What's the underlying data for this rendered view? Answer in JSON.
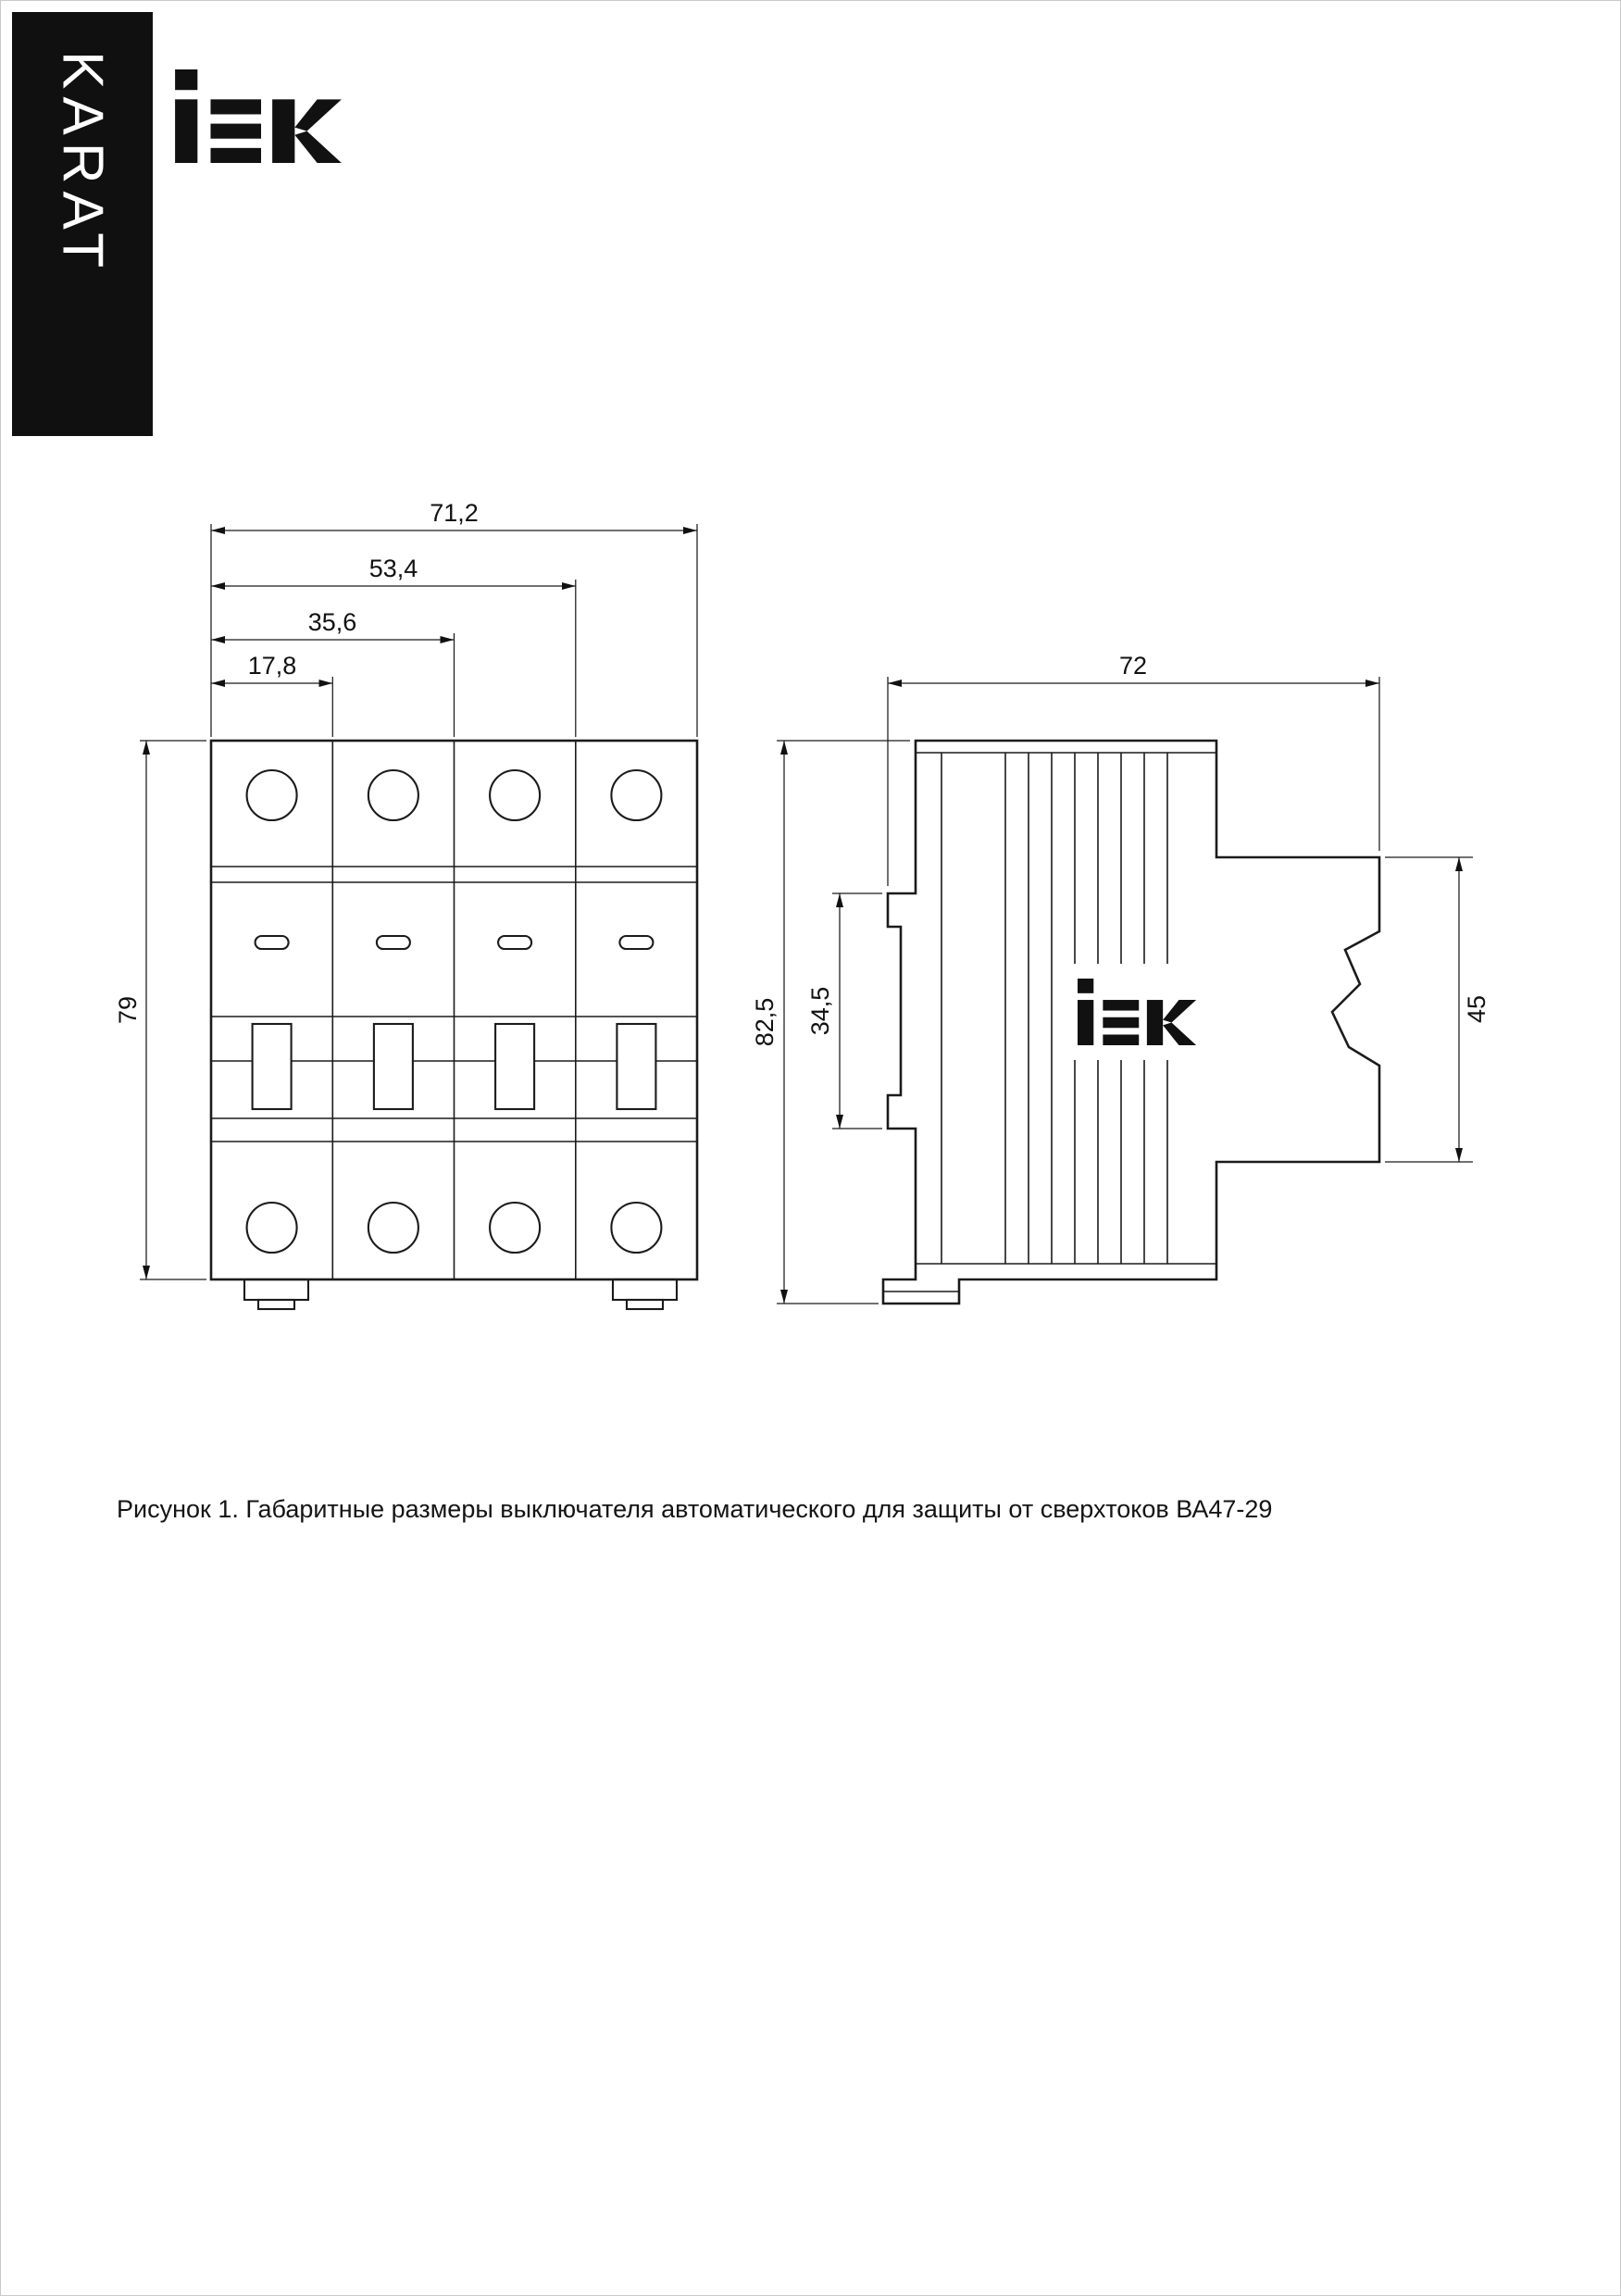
{
  "brand": {
    "banner": "KARAT",
    "logo_alt": "IEK"
  },
  "figure": {
    "caption": "Рисунок 1. Габаритные размеры выключателя автоматического для защиты от сверхтоков ВА47-29"
  },
  "dims": {
    "front": {
      "total": "71,2",
      "three": "53,4",
      "two": "35,6",
      "one": "17,8",
      "height": "79"
    },
    "side": {
      "depth": "72",
      "height": "82,5",
      "groove": "34,5",
      "face": "45"
    }
  },
  "colors": {
    "line": "#1b1b1b",
    "banner_bg": "#101010",
    "text": "#141414"
  }
}
